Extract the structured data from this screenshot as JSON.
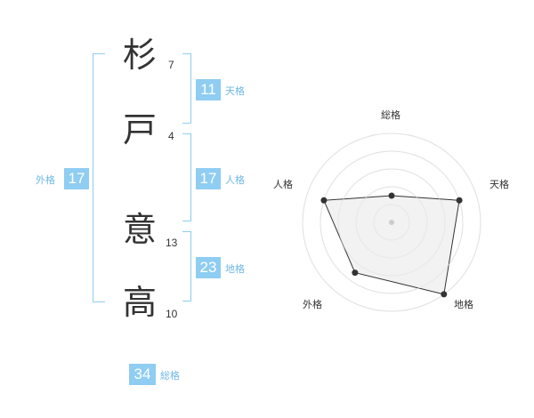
{
  "name": {
    "characters": [
      {
        "char": "杉",
        "strokes": "7"
      },
      {
        "char": "戸",
        "strokes": "4"
      },
      {
        "char": "意",
        "strokes": "13"
      },
      {
        "char": "高",
        "strokes": "10"
      }
    ]
  },
  "fortunes": {
    "tenkaku": {
      "value": "11",
      "label": "天格"
    },
    "jinkaku": {
      "value": "17",
      "label": "人格"
    },
    "chikaku": {
      "value": "23",
      "label": "地格"
    },
    "gaikaku": {
      "value": "17",
      "label": "外格"
    },
    "soukaku": {
      "value": "34",
      "label": "総格"
    }
  },
  "radar": {
    "axes": [
      "総格",
      "天格",
      "地格",
      "外格",
      "人格"
    ],
    "levels": 5,
    "max": 5,
    "values": [
      1.5,
      4,
      5,
      3.5,
      4
    ],
    "colors": {
      "grid": "#e2e2e2",
      "fill": "#f0f0f0",
      "line": "#333333",
      "point": "#333333",
      "center": "#cccccc"
    }
  }
}
